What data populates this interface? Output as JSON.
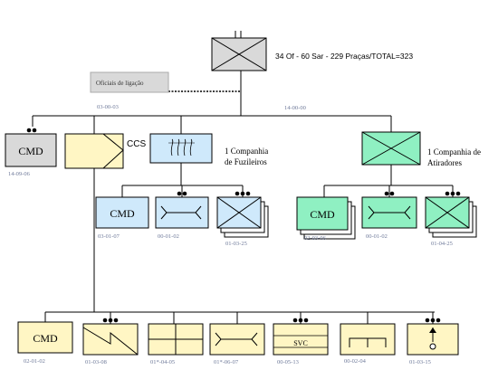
{
  "hq": {
    "strength_label": "34 Of - 60 Sar - 229 Praças/TOTAL=323",
    "liaison_label": "Oficiais de ligação",
    "liaison_code": "03-00-03",
    "hq_code": "14-00-00"
  },
  "battalion_cmd": {
    "label": "CMD",
    "code": "14-09-06"
  },
  "ccs": {
    "label": "CCS"
  },
  "fusiliers": {
    "title_line1": "1 Companhia",
    "title_line2": "de Fuzileiros",
    "units": [
      {
        "label": "CMD",
        "code": "03-01-07"
      },
      {
        "label": "",
        "code": "00-01-02"
      },
      {
        "label": "",
        "code": "01-03-25"
      }
    ]
  },
  "riflemen": {
    "title_line1": "1 Companhia de",
    "title_line2": "Atiradores",
    "units": [
      {
        "label": "CMD",
        "code": "02-03-06"
      },
      {
        "label": "",
        "code": "00-01-02"
      },
      {
        "label": "",
        "code": "01-04-25"
      }
    ]
  },
  "ccs_units": [
    {
      "label": "CMD",
      "code": "02-01-02"
    },
    {
      "label": "",
      "code": "01-03-08"
    },
    {
      "label": "",
      "code": "01*-04-05"
    },
    {
      "label": "",
      "code": "01*-06-07"
    },
    {
      "label": "SVC",
      "code": "00-05-13"
    },
    {
      "label": "",
      "code": "00-02-04"
    },
    {
      "label": "",
      "code": "01-03-15"
    }
  ],
  "colors": {
    "hq_fill": "#d9d9d9",
    "liaison_fill": "#d9d9d9",
    "cmd_gray_fill": "#d9d9d9",
    "ccs_fill": "#fff6c4",
    "fusiliers_fill": "#cfe9fb",
    "riflemen_fill": "#8ff0c2",
    "code_text": "#6f7a9a"
  }
}
